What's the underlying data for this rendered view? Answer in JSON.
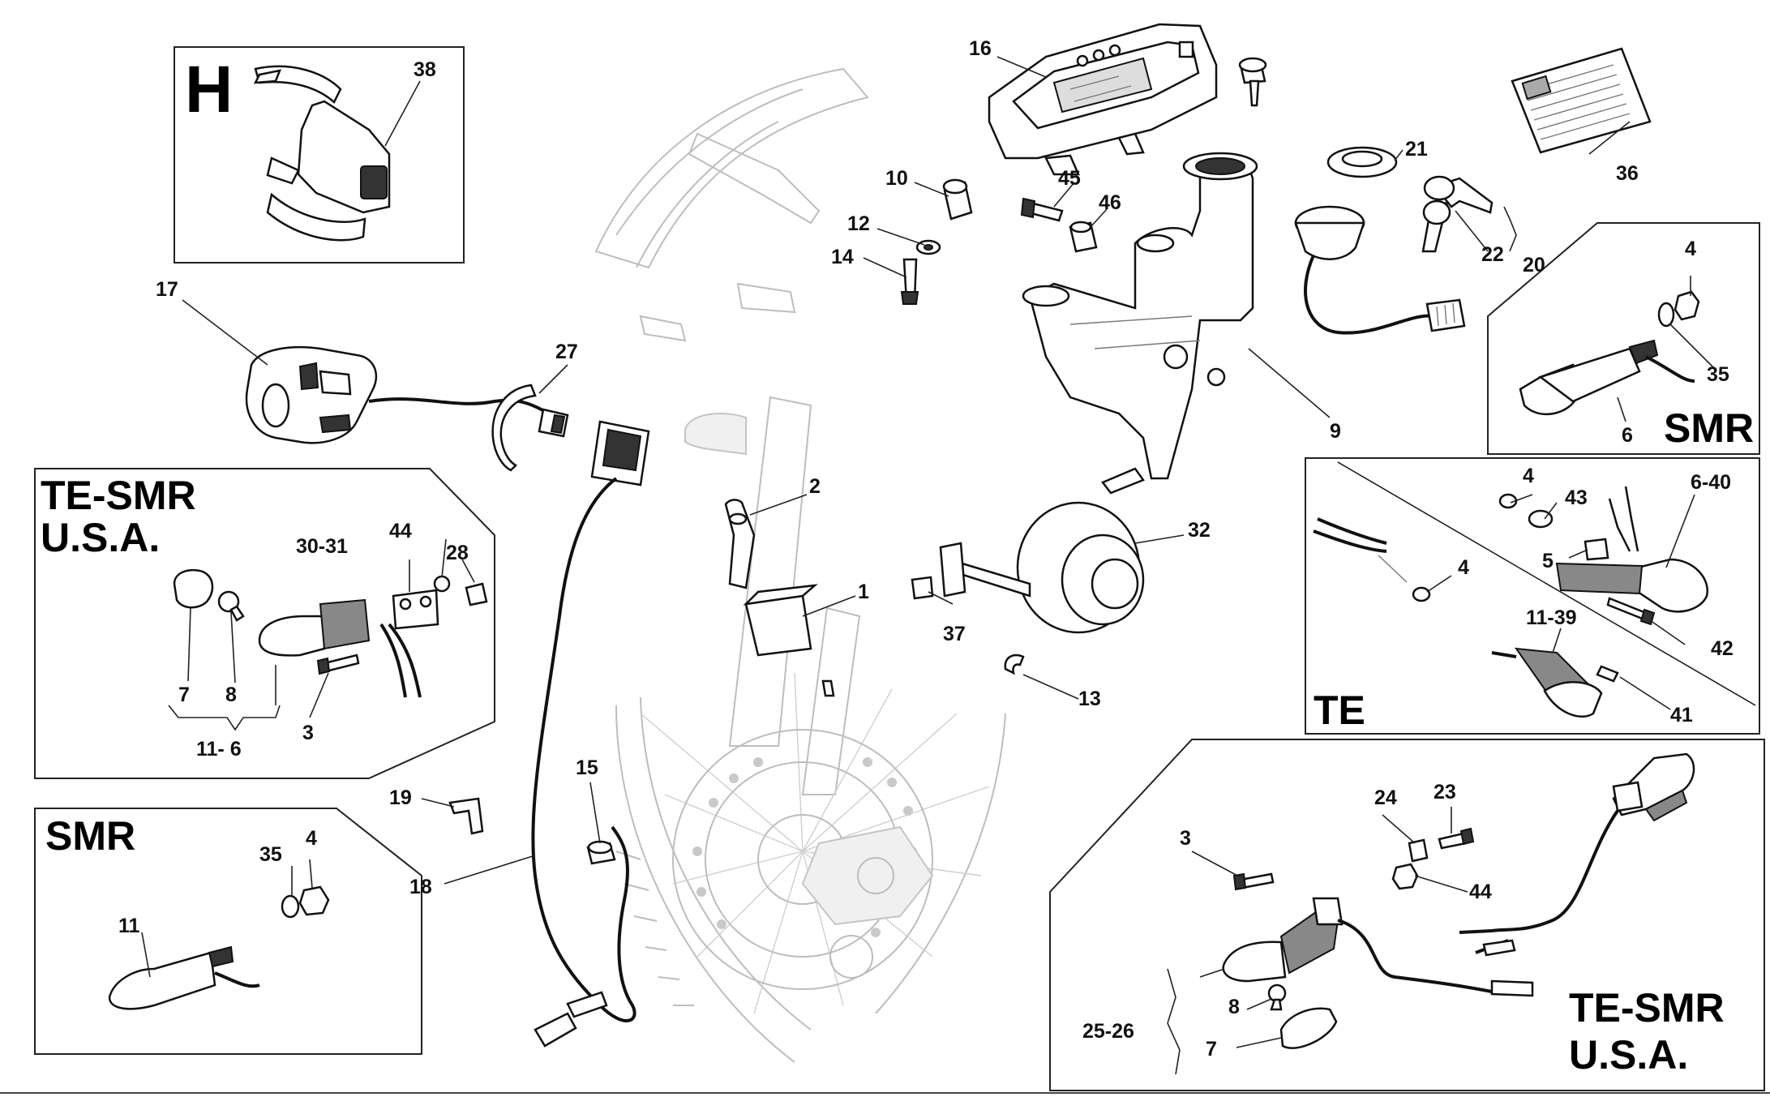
{
  "diagram": {
    "regions": {
      "h": {
        "title": "H"
      },
      "te_smr_usa_left": {
        "title": "TE-SMR\nU.S.A."
      },
      "smr_left": {
        "title": "SMR"
      },
      "smr_right": {
        "title": "SMR"
      },
      "te": {
        "title": "TE"
      },
      "te_smr_usa_right": {
        "title": "TE-SMR\nU.S.A."
      }
    },
    "callouts": {
      "c38": "38",
      "c17": "17",
      "c27": "27",
      "c16": "16",
      "c10": "10",
      "c12": "12",
      "c14": "14",
      "c45": "45",
      "c46": "46",
      "c21": "21",
      "c22": "22",
      "c20": "20",
      "c36": "36",
      "c9": "9",
      "c4_smr": "4",
      "c35_smr": "35",
      "c6_smr": "6",
      "c2": "2",
      "c1": "1",
      "c32": "32",
      "c37": "37",
      "c13": "13",
      "c30_31": "30-31",
      "c44_usa": "44",
      "c28": "28",
      "c7_usa": "7",
      "c8_usa": "8",
      "c3_usa": "3",
      "c11_6": "11- 6",
      "c4_te_a": "4",
      "c43": "43",
      "c6_40": "6-40",
      "c5": "5",
      "c4_te_b": "4",
      "c11_39": "11-39",
      "c42": "42",
      "c41": "41",
      "c15": "15",
      "c19": "19",
      "c18": "18",
      "c35_smr2": "35",
      "c4_smr2": "4",
      "c11_smr2": "11",
      "c3_usa2": "3",
      "c24": "24",
      "c23": "23",
      "c44_usa2": "44",
      "c8_usa2": "8",
      "c25_26": "25-26",
      "c7_usa2": "7"
    }
  }
}
